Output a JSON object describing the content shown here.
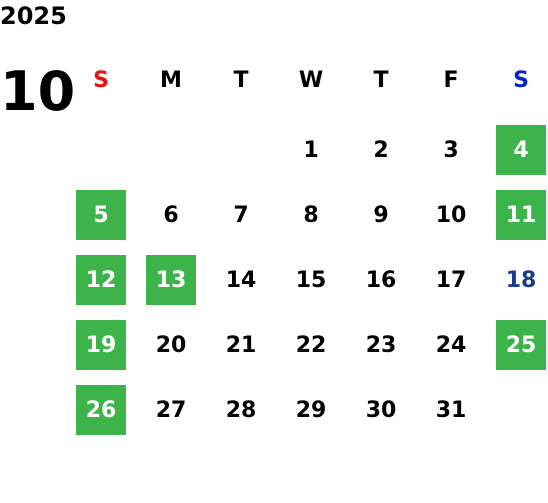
{
  "year": "2025",
  "month": "10",
  "weekdays": [
    {
      "label": "S",
      "color": "#ee1111"
    },
    {
      "label": "M",
      "color": "#000000"
    },
    {
      "label": "T",
      "color": "#000000"
    },
    {
      "label": "W",
      "color": "#000000"
    },
    {
      "label": "T",
      "color": "#000000"
    },
    {
      "label": "F",
      "color": "#000000"
    },
    {
      "label": "S",
      "color": "#0a22cc"
    }
  ],
  "weeks": [
    [
      null,
      null,
      null,
      "1",
      "2",
      "3",
      "4"
    ],
    [
      "5",
      "6",
      "7",
      "8",
      "9",
      "10",
      "11"
    ],
    [
      "12",
      "13",
      "14",
      "15",
      "16",
      "17",
      "18"
    ],
    [
      "19",
      "20",
      "21",
      "22",
      "23",
      "24",
      "25"
    ],
    [
      "26",
      "27",
      "28",
      "29",
      "30",
      "31",
      null
    ]
  ],
  "highlighted_days": [
    "4",
    "5",
    "11",
    "12",
    "13",
    "19",
    "25",
    "26"
  ],
  "blue_days": [
    "18"
  ],
  "colors": {
    "highlight": "#3cb44a",
    "highlight_text": "#ffffff",
    "blue_text": "#1a3a8c"
  }
}
